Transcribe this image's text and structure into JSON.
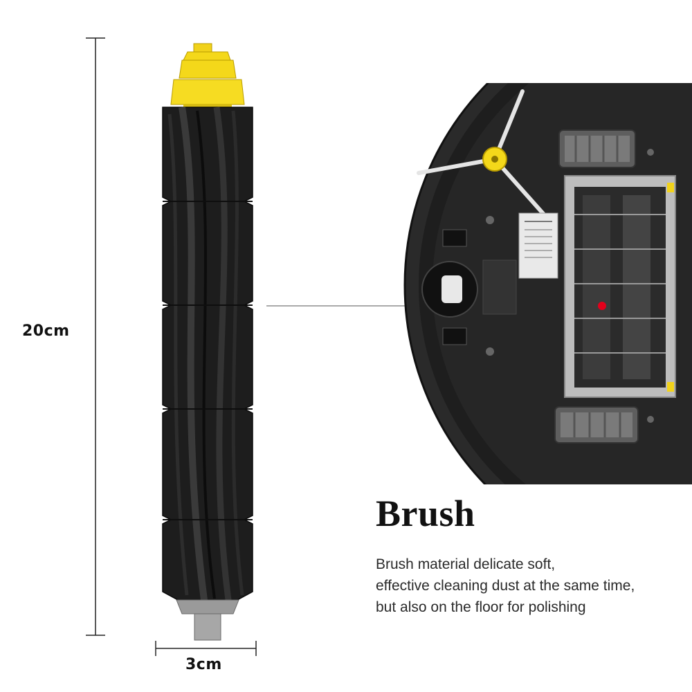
{
  "dimensions": {
    "height_label": "20cm",
    "width_label": "3cm"
  },
  "product": {
    "title": "Brush",
    "description_lines": [
      "Brush material delicate soft,",
      "effective cleaning dust at the same time,",
      "but also on the floor for polishing"
    ]
  },
  "colors": {
    "brush_body": "#1c1c1c",
    "brush_cap": "#f4d81a",
    "robot_body": "#222222",
    "indicator_dot": "#e3001b"
  }
}
